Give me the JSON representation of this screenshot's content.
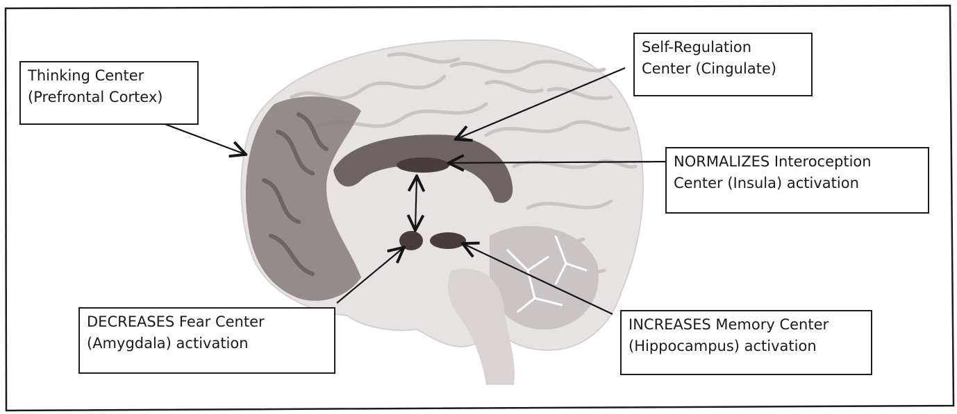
{
  "colors": {
    "frame": "#1a1a1a",
    "brain_light": "#e7e3e3",
    "brain_fold": "#cbc4c4",
    "region_dark": "#6f6464",
    "region_mid": "#8b8181",
    "nucleus": "#4a3c3c",
    "arrow": "#141414"
  },
  "labels": {
    "thinking": {
      "line1": "Thinking Center",
      "line2": "(Prefrontal Cortex)"
    },
    "self_regulation": {
      "line1": "Self-Regulation",
      "line2": "Center (Cingulate)"
    },
    "normalizes": {
      "line1": "NORMALIZES Interoception",
      "line2": "Center (Insula) activation"
    },
    "decreases": {
      "line1": "DECREASES Fear Center",
      "line2": "(Amygdala) activation"
    },
    "increases": {
      "line1": "INCREASES Memory Center",
      "line2": "(Hippocampus) activation"
    }
  }
}
